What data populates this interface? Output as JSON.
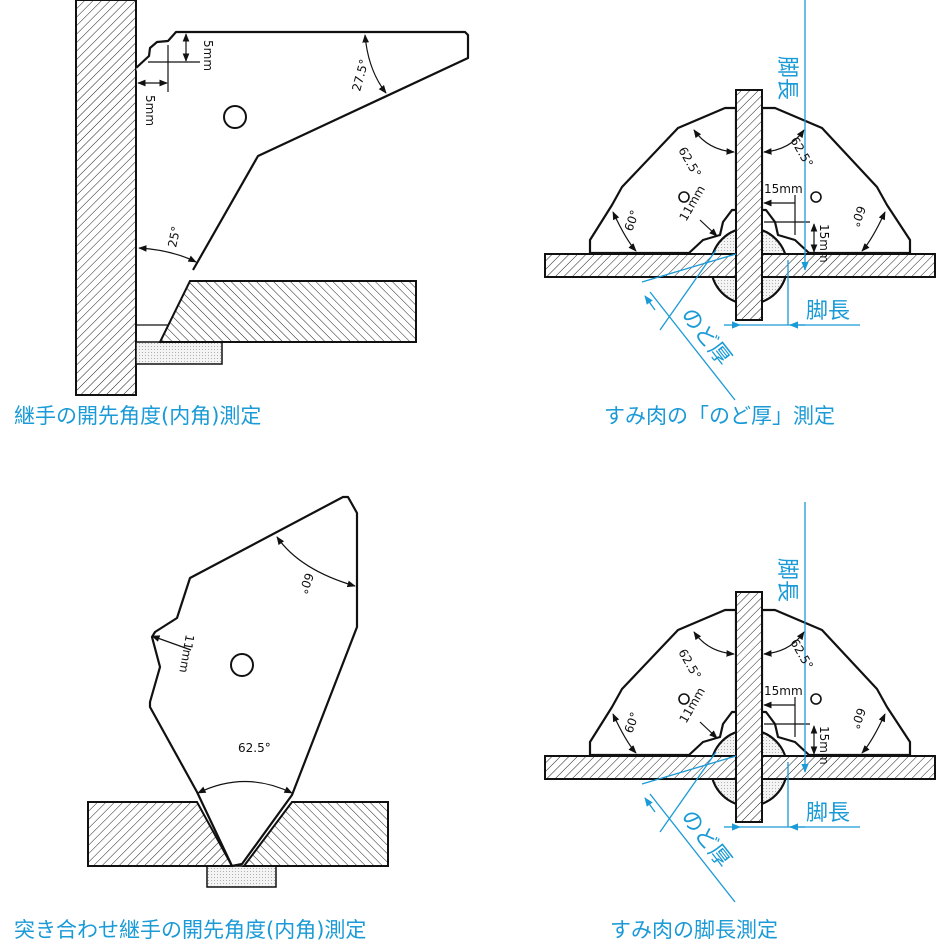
{
  "colors": {
    "accent": "#1a9ad6",
    "line": "#111111"
  },
  "panels": [
    {
      "caption": "継手の開先角度(内角)測定",
      "labels": {
        "dim_v": "5mm",
        "dim_h": "5mm",
        "angle_top": "27.5°",
        "angle_bottom": "25°"
      }
    },
    {
      "caption": "すみ肉の「のど厚」測定",
      "labels": {
        "angle_left": "62.5°",
        "angle_right": "62.5°",
        "angle_far_left": "60°",
        "angle_far_right": "60°",
        "dim_11": "11mm",
        "dim_15h": "15mm",
        "dim_15v": "15mm",
        "leg_v": "脚長",
        "leg_h": "脚長",
        "throat": "のど厚"
      }
    },
    {
      "caption": "突き合わせ継手の開先角度(内角)測定",
      "labels": {
        "angle_top": "60°",
        "dim_11": "11mm",
        "angle_bottom": "62.5°"
      }
    },
    {
      "caption": "すみ肉の脚長測定",
      "labels": {
        "angle_left": "62.5°",
        "angle_right": "62.5°",
        "angle_far_left": "60°",
        "angle_far_right": "60°",
        "dim_11": "11mm",
        "dim_15h": "15mm",
        "dim_15v": "15mm",
        "leg_v": "脚長",
        "leg_h": "脚長",
        "throat": "のど厚"
      }
    }
  ]
}
